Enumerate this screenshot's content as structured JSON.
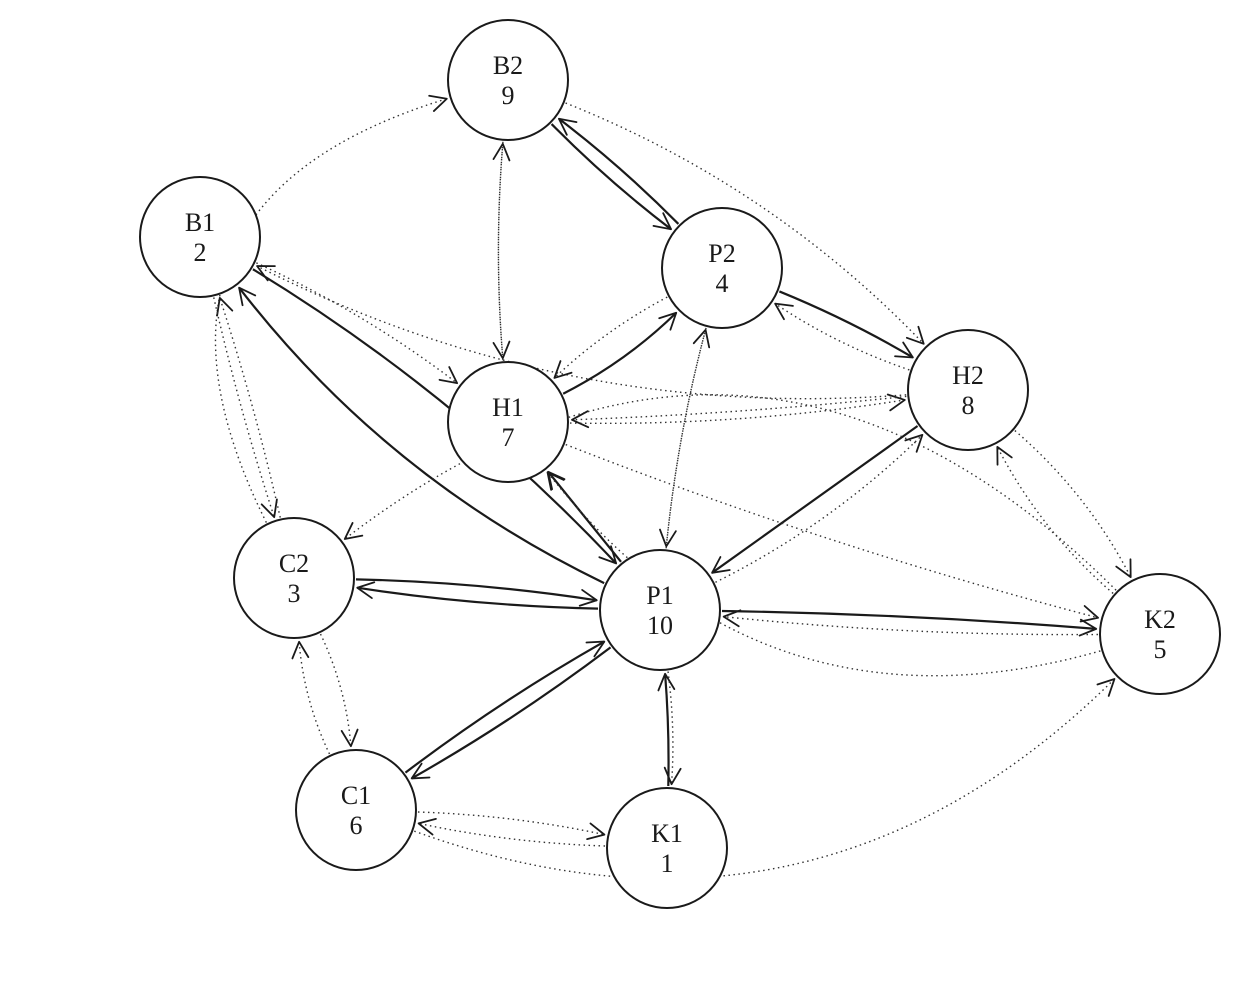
{
  "nodes": [
    {
      "id": "B2",
      "label": "B2",
      "value": "9"
    },
    {
      "id": "B1",
      "label": "B1",
      "value": "2"
    },
    {
      "id": "P2",
      "label": "P2",
      "value": "4"
    },
    {
      "id": "H1",
      "label": "H1",
      "value": "7"
    },
    {
      "id": "H2",
      "label": "H2",
      "value": "8"
    },
    {
      "id": "C2",
      "label": "C2",
      "value": "3"
    },
    {
      "id": "P1",
      "label": "P1",
      "value": "10"
    },
    {
      "id": "K2",
      "label": "K2",
      "value": "5"
    },
    {
      "id": "C1",
      "label": "C1",
      "value": "6"
    },
    {
      "id": "K1",
      "label": "K1",
      "value": "1"
    }
  ],
  "edges": [
    {
      "from": "P1",
      "to": "B1",
      "style": "solid"
    },
    {
      "from": "B1",
      "to": "P1",
      "style": "solid"
    },
    {
      "from": "B2",
      "to": "P2",
      "style": "solid"
    },
    {
      "from": "P2",
      "to": "B2",
      "style": "solid"
    },
    {
      "from": "H1",
      "to": "P2",
      "style": "solid"
    },
    {
      "from": "P2",
      "to": "H2",
      "style": "solid"
    },
    {
      "from": "P1",
      "to": "H1",
      "style": "solid"
    },
    {
      "from": "H2",
      "to": "P1",
      "style": "solid"
    },
    {
      "from": "C2",
      "to": "P1",
      "style": "solid"
    },
    {
      "from": "P1",
      "to": "C2",
      "style": "solid"
    },
    {
      "from": "P1",
      "to": "K2",
      "style": "solid"
    },
    {
      "from": "C1",
      "to": "P1",
      "style": "solid"
    },
    {
      "from": "P1",
      "to": "C1",
      "style": "solid"
    },
    {
      "from": "K1",
      "to": "P1",
      "style": "solid"
    },
    {
      "from": "C2",
      "to": "B2",
      "style": "dotted"
    },
    {
      "from": "C2",
      "to": "B1",
      "style": "dotted"
    },
    {
      "from": "B1",
      "to": "C2",
      "style": "dotted"
    },
    {
      "from": "B1",
      "to": "H1",
      "style": "dotted"
    },
    {
      "from": "H2",
      "to": "B1",
      "style": "dotted"
    },
    {
      "from": "H1",
      "to": "B2",
      "style": "dotted"
    },
    {
      "from": "B2",
      "to": "H1",
      "style": "dotted"
    },
    {
      "from": "B2",
      "to": "H2",
      "style": "dotted"
    },
    {
      "from": "P2",
      "to": "H1",
      "style": "dotted"
    },
    {
      "from": "H2",
      "to": "P2",
      "style": "dotted"
    },
    {
      "from": "H1",
      "to": "H2",
      "style": "dotted"
    },
    {
      "from": "H2",
      "to": "H1",
      "style": "dotted"
    },
    {
      "from": "P1",
      "to": "P2",
      "style": "dotted"
    },
    {
      "from": "P2",
      "to": "P1",
      "style": "dotted"
    },
    {
      "from": "P1",
      "to": "H2",
      "style": "dotted"
    },
    {
      "from": "H1",
      "to": "K2",
      "style": "dotted"
    },
    {
      "from": "K2",
      "to": "H1",
      "style": "dotted"
    },
    {
      "from": "K2",
      "to": "P1",
      "style": "dotted"
    },
    {
      "from": "K2",
      "to": "H2",
      "style": "dotted"
    },
    {
      "from": "H2",
      "to": "K2",
      "style": "dotted"
    },
    {
      "from": "C2",
      "to": "C1",
      "style": "dotted"
    },
    {
      "from": "C1",
      "to": "C2",
      "style": "dotted"
    },
    {
      "from": "K1",
      "to": "C1",
      "style": "dotted"
    },
    {
      "from": "C1",
      "to": "K1",
      "style": "dotted"
    },
    {
      "from": "P1",
      "to": "K1",
      "style": "dotted"
    },
    {
      "from": "C1",
      "to": "K2",
      "style": "dotted"
    },
    {
      "from": "K2",
      "to": "C2",
      "style": "dotted"
    }
  ]
}
